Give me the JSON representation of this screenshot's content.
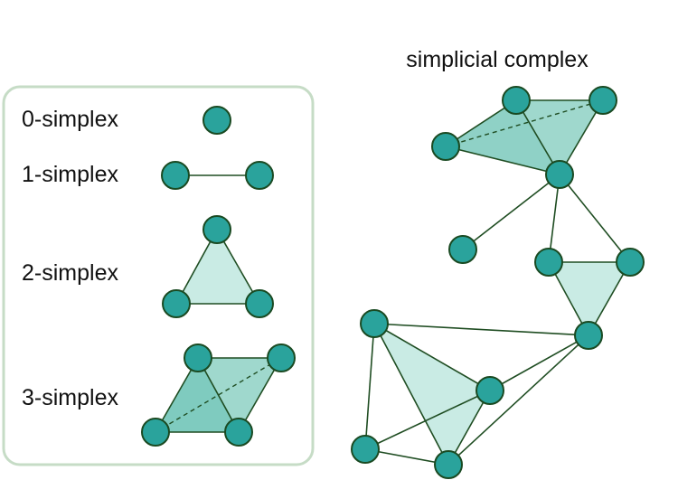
{
  "title": "simplicial complex",
  "legend": {
    "items": [
      {
        "label": "0-simplex"
      },
      {
        "label": "1-simplex"
      },
      {
        "label": "2-simplex"
      },
      {
        "label": "3-simplex"
      }
    ]
  },
  "colors": {
    "node": "#2aa39c",
    "node_stroke": "#1a4a22",
    "edge": "#1f4d22",
    "face_light": "#c9ebe4",
    "face_dark": "#9fd8cd",
    "legend_border": "#c6dcc6"
  }
}
